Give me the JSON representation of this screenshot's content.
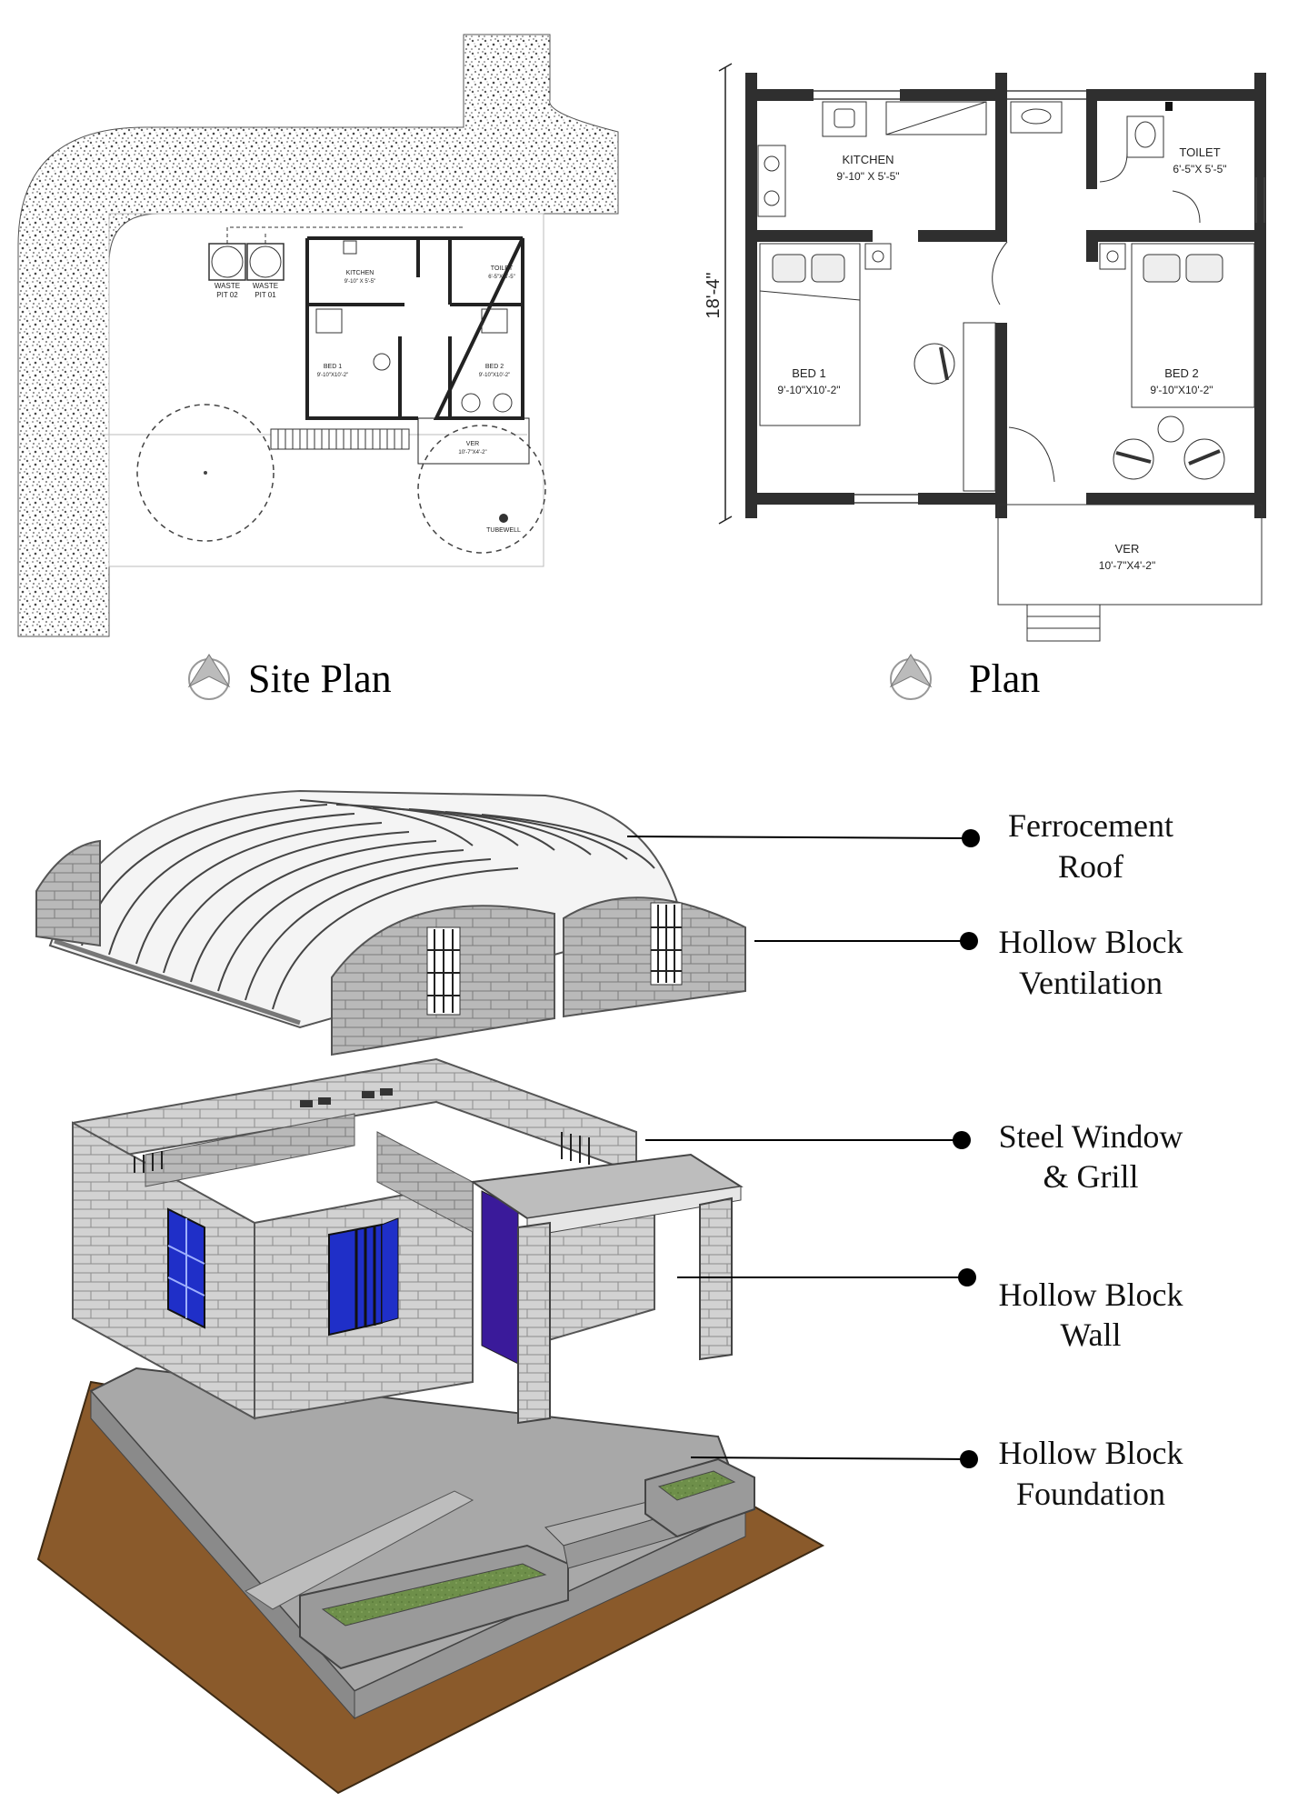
{
  "headings": {
    "site_plan": "Site Plan",
    "plan": "Plan"
  },
  "site_plan": {
    "rooms": {
      "kitchen_name": "KITCHEN",
      "kitchen_dim": "9'-10\" X 5'-5\"",
      "toilet_name": "TOILET",
      "toilet_dim": "6'-5\"X 5'-5\"",
      "bed1_name": "BED 1",
      "bed1_dim": "9'-10\"X10'-2\"",
      "bed2_name": "BED 2",
      "bed2_dim": "9'-10\"X10'-2\"",
      "ver_name": "VER",
      "ver_dim": "10'-7\"X4'-2\""
    },
    "waste_pit_02_line1": "WASTE",
    "waste_pit_02_line2": "PIT 02",
    "waste_pit_01_line1": "WASTE",
    "waste_pit_01_line2": "PIT 01",
    "tubewell": "TUBEWELL"
  },
  "plan": {
    "overall_dimension": "18'-4\"",
    "kitchen_name": "KITCHEN",
    "kitchen_dim": "9'-10\" X 5'-5\"",
    "toilet_name": "TOILET",
    "toilet_dim": "6'-5\"X 5'-5\"",
    "bed1_name": "BED 1",
    "bed1_dim": "9'-10\"X10'-2\"",
    "bed2_name": "BED 2",
    "bed2_dim": "9'-10\"X10'-2\"",
    "ver_name": "VER",
    "ver_dim": "10'-7\"X4'-2\""
  },
  "callouts": {
    "roof_line1": "Ferrocement",
    "roof_line2": "Roof",
    "vent_line1": "Hollow Block",
    "vent_line2": "Ventilation",
    "window_line1": "Steel Window",
    "window_line2": "& Grill",
    "wall_line1": "Hollow Block",
    "wall_line2": "Wall",
    "foundation_line1": "Hollow Block",
    "foundation_line2": "Foundation"
  },
  "colors": {
    "wall": "#2f2f2f",
    "block": "#cfcfcf",
    "window_blue": "#1f2fc8",
    "door_purple": "#3a1a9a",
    "soil": "#8a5a2b",
    "planter_grass": "#6e8f4a",
    "road_gravel": "#9a9a9a"
  }
}
